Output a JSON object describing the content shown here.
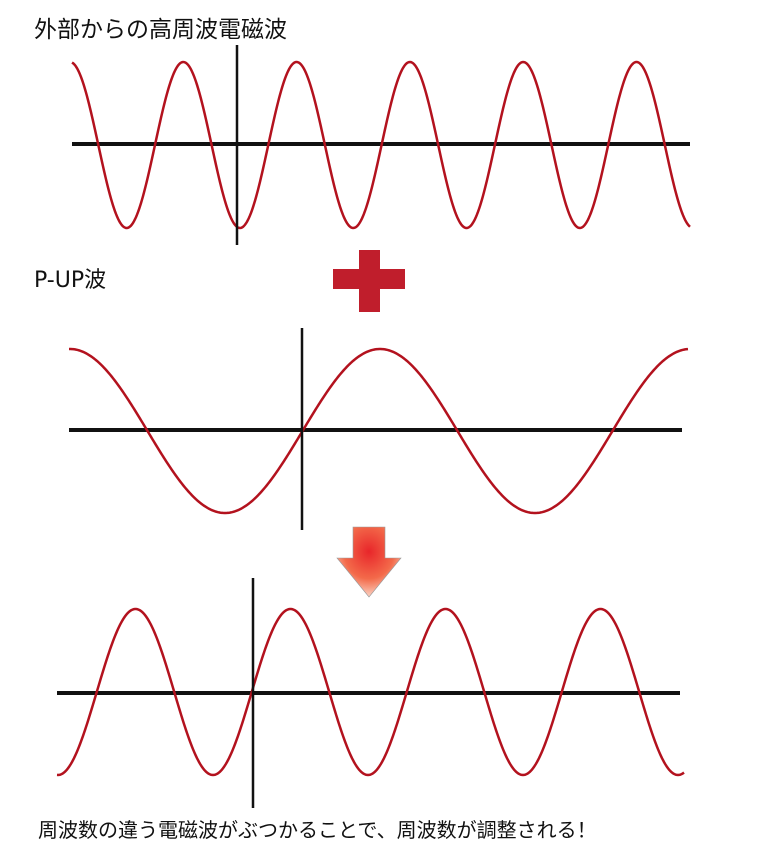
{
  "labels": {
    "external_wave": "外部からの高周波電磁波",
    "pup_wave": "P-UP波",
    "caption": "周波数の違う電磁波がぶつかることで、周波数が調整される！"
  },
  "colors": {
    "wave": "#b3121e",
    "axis": "#111111",
    "plus": "#c01e2c",
    "arrow": "#e8262a"
  },
  "icons": [
    "plus-icon",
    "arrow-down-icon"
  ]
}
